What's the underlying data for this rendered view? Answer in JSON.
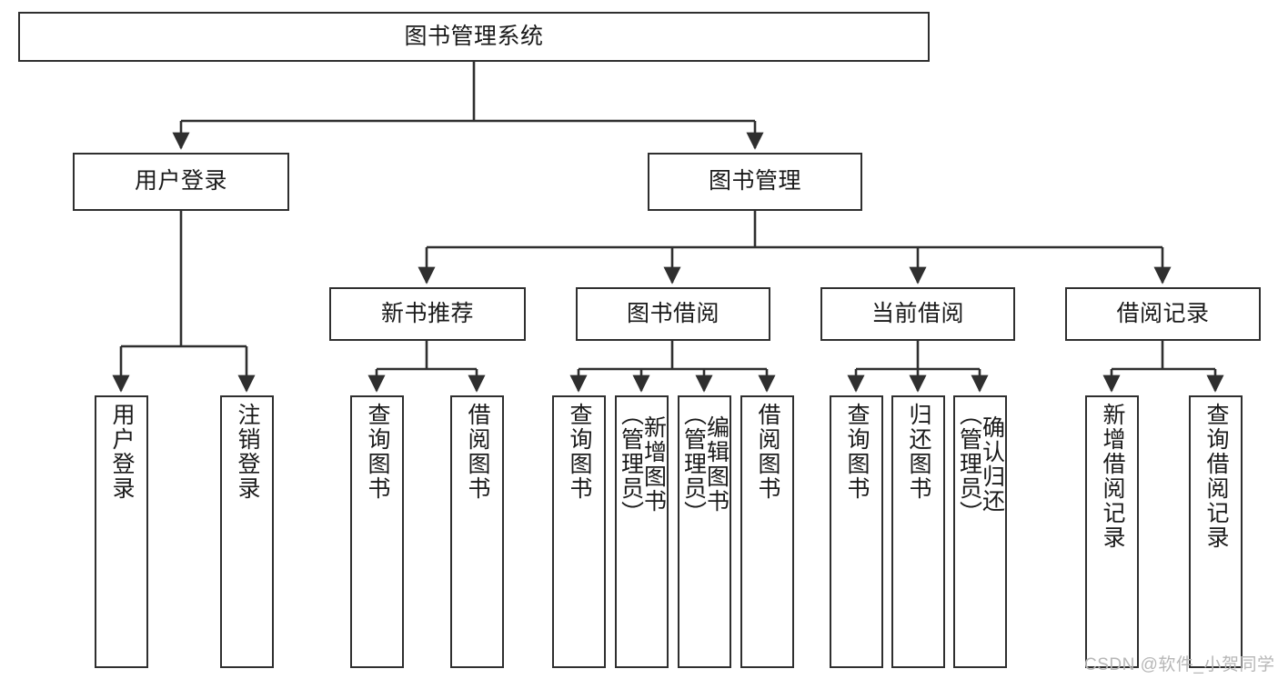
{
  "diagram": {
    "title": "图书管理系统",
    "type": "tree-hierarchy",
    "orientation": "top-down",
    "stroke_color": "#2f2f2f",
    "fill_color": "#ffffff",
    "background": "#ffffff"
  },
  "nodes": {
    "root": {
      "label": "图书管理系统",
      "level": 0,
      "orientation": "horizontal"
    },
    "l1": [
      {
        "id": "user_login",
        "label": "用户登录",
        "level": 1,
        "orientation": "horizontal"
      },
      {
        "id": "book_manage",
        "label": "图书管理",
        "level": 1,
        "orientation": "horizontal"
      }
    ],
    "l2": [
      {
        "id": "new_book_rec",
        "label": "新书推荐",
        "level": 2,
        "orientation": "horizontal"
      },
      {
        "id": "book_borrow",
        "label": "图书借阅",
        "level": 2,
        "orientation": "horizontal"
      },
      {
        "id": "current_borrow",
        "label": "当前借阅",
        "level": 2,
        "orientation": "horizontal"
      },
      {
        "id": "borrow_record",
        "label": "借阅记录",
        "level": 2,
        "orientation": "horizontal"
      }
    ],
    "leaves": [
      {
        "id": "leaf_user_login",
        "label": "用户登录",
        "parent": "user_login",
        "orientation": "vertical"
      },
      {
        "id": "leaf_logout",
        "label": "注销登录",
        "parent": "user_login",
        "orientation": "vertical"
      },
      {
        "id": "leaf_query_book_1",
        "label": "查询图书",
        "parent": "new_book_rec",
        "orientation": "vertical"
      },
      {
        "id": "leaf_borrow_book_1",
        "label": "借阅图书",
        "parent": "new_book_rec",
        "orientation": "vertical"
      },
      {
        "id": "leaf_query_book_2",
        "label": "查询图书",
        "parent": "book_borrow",
        "orientation": "vertical"
      },
      {
        "id": "leaf_add_book",
        "label": "新增图书\n（管理员）",
        "parent": "book_borrow",
        "orientation": "vertical"
      },
      {
        "id": "leaf_edit_book",
        "label": "编辑图书\n（管理员）",
        "parent": "book_borrow",
        "orientation": "vertical"
      },
      {
        "id": "leaf_borrow_book_2",
        "label": "借阅图书",
        "parent": "book_borrow",
        "orientation": "vertical"
      },
      {
        "id": "leaf_query_book_3",
        "label": "查询图书",
        "parent": "current_borrow",
        "orientation": "vertical"
      },
      {
        "id": "leaf_return_book",
        "label": "归还图书",
        "parent": "current_borrow",
        "orientation": "vertical"
      },
      {
        "id": "leaf_confirm_return",
        "label": "确认归还\n（管理员）",
        "parent": "current_borrow",
        "orientation": "vertical"
      },
      {
        "id": "leaf_add_record",
        "label": "新增借阅记录",
        "parent": "borrow_record",
        "orientation": "vertical"
      },
      {
        "id": "leaf_query_record",
        "label": "查询借阅记录",
        "parent": "borrow_record",
        "orientation": "vertical"
      }
    ]
  },
  "watermark": {
    "text": "CSDN @软件_小贺同学"
  }
}
